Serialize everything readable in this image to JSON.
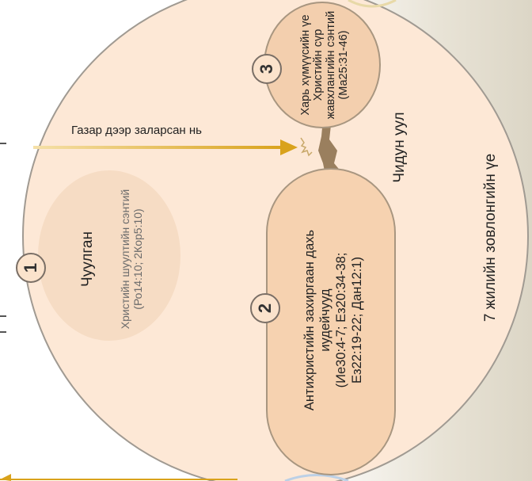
{
  "ground_label": "Газар дээр заларсан нь",
  "mountain_label": "Чидун уул",
  "period_label": "7 жилийн зовлонгийн үе",
  "church": {
    "number": "1",
    "title": "Чуулган",
    "line1": "Христийн шуултийн сэнтий",
    "line2": "(Ро14:10; 2Кор5:10)"
  },
  "jews": {
    "number": "2",
    "line1": "Антихристийн захиргаан дахь",
    "line2": "иудейчууд",
    "line3": "(Ие30:4-7; Ез20:34-38;",
    "line4": "Ез22:19-22; Дан12:1)"
  },
  "nations": {
    "number": "3",
    "line1": "Харь хүмүүсийн үе",
    "line2": "Христийн сүр",
    "line3": "жавхлангийн сэнтий",
    "line4": "(Ма25:31-46)"
  },
  "colors": {
    "arrow": "#d9a21b",
    "outer_fill": "#fde8d6",
    "pill_fill": "#f6d2b0",
    "circle1_fill": "#f6dcc4"
  }
}
